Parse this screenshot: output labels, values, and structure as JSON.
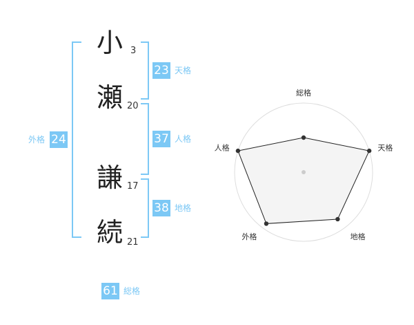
{
  "name": {
    "chars": [
      "小",
      "瀬",
      "謙",
      "続"
    ],
    "strokes": [
      "3",
      "20",
      "17",
      "21"
    ]
  },
  "scores": {
    "tenkaku": {
      "value": "23",
      "label": "天格"
    },
    "jinkaku": {
      "value": "37",
      "label": "人格"
    },
    "chikaku": {
      "value": "38",
      "label": "地格"
    },
    "gaikaku": {
      "value": "24",
      "label": "外格"
    },
    "soukaku": {
      "value": "61",
      "label": "総格"
    }
  },
  "radar": {
    "axes": [
      "総格",
      "天格",
      "地格",
      "外格",
      "人格"
    ],
    "max": 5,
    "values": [
      2.5,
      5,
      4.2,
      4.6,
      5
    ],
    "colors": {
      "ring": "#dddddd",
      "fill": "#f2f2f2",
      "line": "#222222",
      "point": "#333333",
      "center": "#cccccc"
    }
  }
}
